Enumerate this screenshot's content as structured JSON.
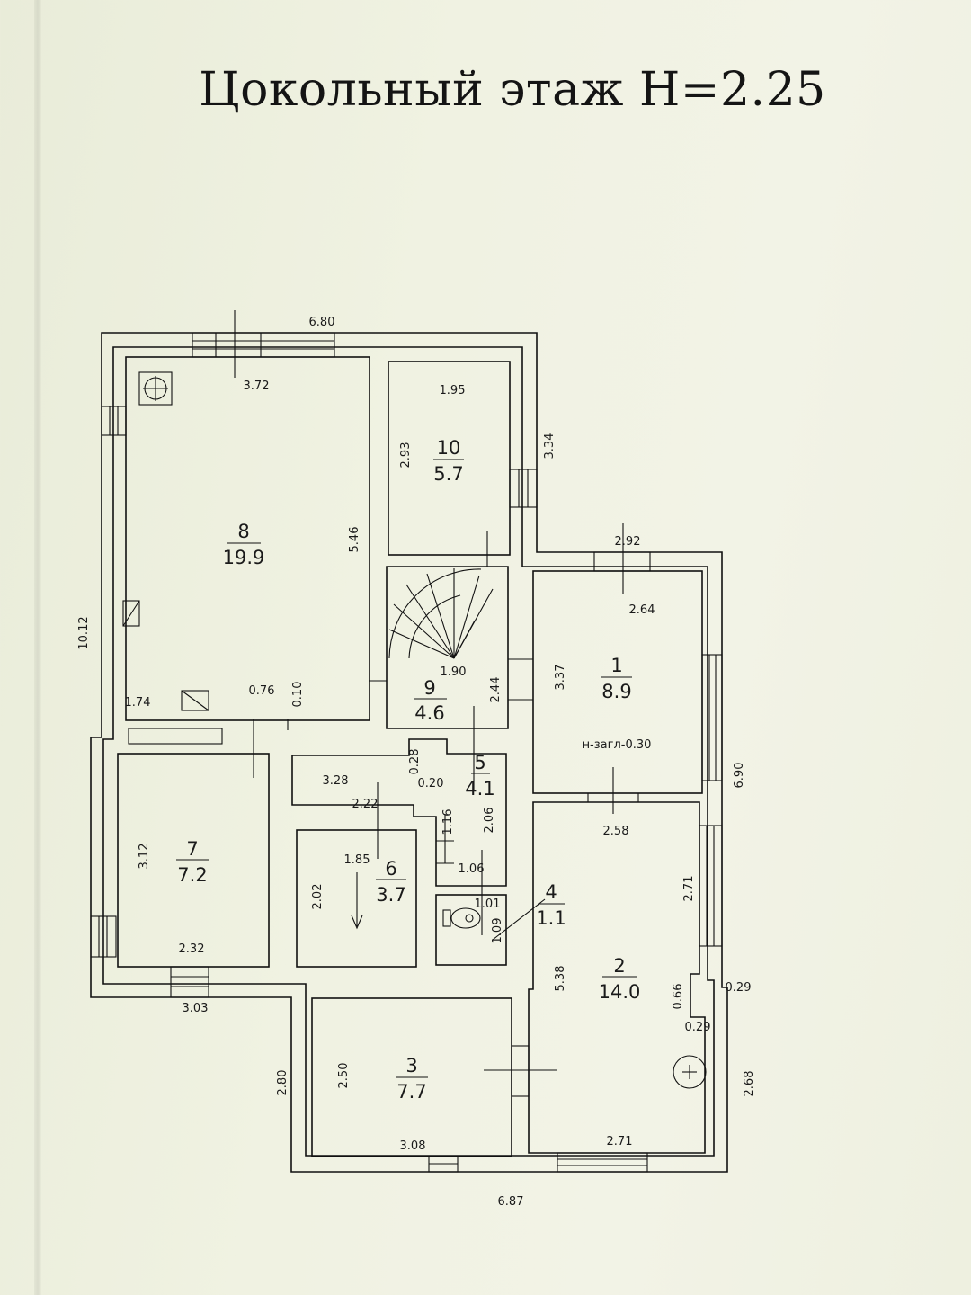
{
  "title": "Цокольный этаж  H=2.25",
  "rooms": [
    {
      "number": "1",
      "area": "8.9"
    },
    {
      "number": "2",
      "area": "14.0"
    },
    {
      "number": "3",
      "area": "7.7"
    },
    {
      "number": "4",
      "area": "1.1"
    },
    {
      "number": "5",
      "area": "4.1"
    },
    {
      "number": "6",
      "area": "3.7"
    },
    {
      "number": "7",
      "area": "7.2"
    },
    {
      "number": "8",
      "area": "19.9"
    },
    {
      "number": "9",
      "area": "4.6"
    },
    {
      "number": "10",
      "area": "5.7"
    }
  ],
  "dimensions": {
    "overall_top": "6.80",
    "overall_bottom": "6.87",
    "overall_left": "10.12",
    "right_upper": "3.34",
    "right_middle": "6.90",
    "right_lower": "2.68",
    "left_lower": "2.80",
    "r8_width": "3.72",
    "r8_height": "5.46",
    "r8_small": "1.74",
    "r10_width": "1.95",
    "r10_height": "2.93",
    "r1_top": "2.92",
    "r1_width": "2.64",
    "r1_height": "3.37",
    "r9_width": "1.90",
    "r9_height": "2.44",
    "wall_076": "0.76",
    "wall_010": "0.10",
    "wall_028": "0.28",
    "wall_020": "0.20",
    "corr_328": "3.28",
    "corr_222": "2.22",
    "r5_206": "2.06",
    "r5_116": "1.16",
    "r5_106": "1.06",
    "r6_185": "1.85",
    "r6_202": "2.02",
    "r7_312": "3.12",
    "r7_232": "2.32",
    "r7_303": "3.03",
    "r4_101": "1.01",
    "r4_109": "1.09",
    "r2_258": "2.58",
    "r2_271_top": "2.71",
    "r2_538": "5.38",
    "r2_066": "0.66",
    "r2_029_a": "0.29",
    "r2_029_b": "0.29",
    "r2_271_bottom": "2.71",
    "r3_250": "2.50",
    "r3_308": "3.08"
  },
  "notes": {
    "floor_level": "н-загл-0.30"
  }
}
